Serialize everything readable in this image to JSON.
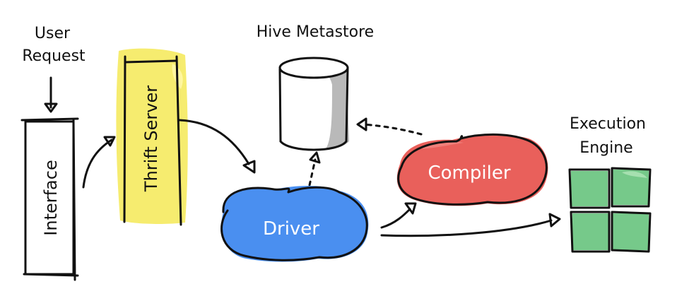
{
  "diagram": {
    "labels": {
      "user_request_line1": "User",
      "user_request_line2": "Request",
      "interface": "Interface",
      "thrift_server": "Thrift Server",
      "hive_metastore": "Hive Metastore",
      "driver": "Driver",
      "compiler": "Compiler",
      "execution_line1": "Execution",
      "execution_line2": "Engine"
    },
    "colors": {
      "thrift_fill": "#f6ec6f",
      "thrift_highlight": "#fff7a0",
      "driver_fill": "#4a8ff0",
      "compiler_fill": "#e9605b",
      "compiler_highlight": "#f07f7a",
      "engine_fill": "#76c98a",
      "engine_highlight": "#a6e0b0",
      "cylinder_shade": "#b9b9b9",
      "ink": "#111111"
    },
    "edges": [
      {
        "from": "user-request",
        "to": "interface",
        "style": "solid"
      },
      {
        "from": "interface",
        "to": "thrift-server",
        "style": "solid"
      },
      {
        "from": "thrift-server",
        "to": "driver",
        "style": "solid"
      },
      {
        "from": "driver",
        "to": "hive-metastore",
        "style": "dashed"
      },
      {
        "from": "compiler",
        "to": "hive-metastore",
        "style": "dashed"
      },
      {
        "from": "driver",
        "to": "compiler",
        "style": "solid"
      },
      {
        "from": "driver",
        "to": "execution-engine",
        "style": "solid"
      }
    ]
  }
}
